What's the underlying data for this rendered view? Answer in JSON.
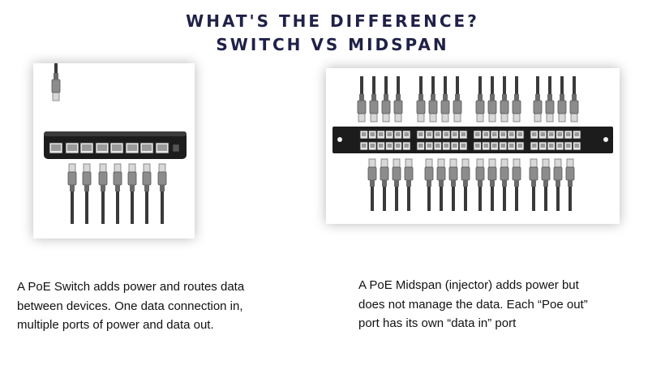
{
  "title": {
    "line1": "WHAT'S THE DIFFERENCE?",
    "line2": "SWITCH VS MIDSPAN"
  },
  "switch": {
    "caption": "A PoE Switch adds power and routes data between devices.  One data connection in, multiple ports of power and data out."
  },
  "midspan": {
    "caption": "A PoE Midspan (injector) adds power but does not manage the data.  Each “Poe out” port has its own “data in” port"
  },
  "colors": {
    "title": "#1f2148",
    "device_body": "#1c1c1c",
    "port": "#9a9a9a",
    "cable": "#3a3a3a",
    "plug": "#8c8c8c"
  },
  "icons": {
    "switch_image": "poe-switch-illustration",
    "midspan_image": "poe-midspan-illustration"
  }
}
